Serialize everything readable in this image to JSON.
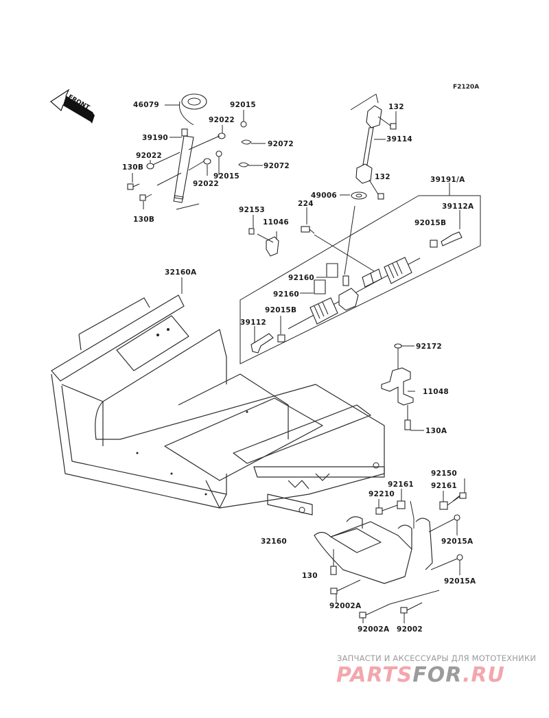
{
  "diagram": {
    "figure_code": "F2120A",
    "front_arrow_text": "FRONT",
    "labels": {
      "l46079": "46079",
      "l92015_top": "92015",
      "l92022_a": "92022",
      "l39190": "39190",
      "l92072_a": "92072",
      "l92022_b": "92022",
      "l130B_a": "130B",
      "l92022_c": "92022",
      "l92015_b": "92015",
      "l92072_b": "92072",
      "l130B_b": "130B",
      "l132_a": "132",
      "l39114": "39114",
      "l132_b": "132",
      "l49006": "49006",
      "l39191A": "39191/A",
      "l224": "224",
      "l92153": "92153",
      "l11046": "11046",
      "l39112A": "39112A",
      "l92015B_a": "92015B",
      "l92160_a": "92160",
      "l92160_b": "92160",
      "l92015B_b": "92015B",
      "l39112": "39112",
      "l32160A": "32160A",
      "l92172": "92172",
      "l11048": "11048",
      "l130A": "130A",
      "l92150": "92150",
      "l92161_a": "92161",
      "l92161_b": "92161",
      "l92210": "92210",
      "l92015A_a": "92015A",
      "l32160": "32160",
      "l130": "130",
      "l92015A_b": "92015A",
      "l92002A_a": "92002A",
      "l92002A_b": "92002A",
      "l92002": "92002"
    }
  },
  "watermark": {
    "tagline": "ЗАПЧАСТИ И АКСЕССУАРЫ ДЛЯ МОТОТЕХНИКИ",
    "brand_part1": "PARTS",
    "brand_part2": "FOR",
    "brand_part3": ".RU",
    "color_pink": "#f2a7ad",
    "color_gray": "#9b9b9b"
  }
}
